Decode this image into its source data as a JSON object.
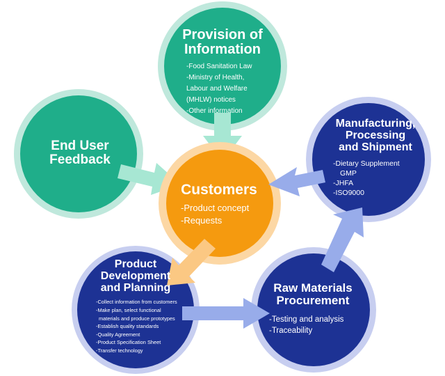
{
  "colors": {
    "teal": "#1fae8a",
    "teal_ring": "#bfe8dc",
    "orange": "#f59a0f",
    "orange_ring": "#fcd7a4",
    "navy": "#1d3294",
    "navy_ring": "#c7cef0",
    "arrow_teal": "#a7e7d3",
    "arrow_orange": "#fbc883",
    "arrow_blue": "#98acea"
  },
  "nodes": {
    "info": {
      "title_lines": [
        "Provision of",
        "Information"
      ],
      "items": [
        "-Food Sanitation Law",
        "-Ministry of Health,",
        "Labour and Welfare",
        "(MHLW) notices",
        "-Other information"
      ]
    },
    "feedback": {
      "title_lines": [
        "End User",
        "Feedback"
      ]
    },
    "manufacturing": {
      "title_lines": [
        "Manufacturing,",
        "Processing",
        "and Shipment"
      ],
      "items": [
        "-Dietary Supplement",
        "GMP",
        "-JHFA",
        "-ISO9000"
      ]
    },
    "customers": {
      "title_lines": [
        "Customers"
      ],
      "items": [
        "-Product concept",
        "-Requests"
      ]
    },
    "development": {
      "title_lines": [
        "Product",
        "Development",
        "and Planning"
      ],
      "items": [
        "-Collect information from customers",
        "-Make plan, select functional",
        "materials and produce prototypes",
        "-Establish quality standards",
        "-Quality Agreement",
        "-Product Specification Sheet",
        "-Transfer technology"
      ]
    },
    "procurement": {
      "title_lines": [
        "Raw Materials",
        "Procurement"
      ],
      "items": [
        "-Testing and analysis",
        "-Traceability"
      ]
    }
  }
}
